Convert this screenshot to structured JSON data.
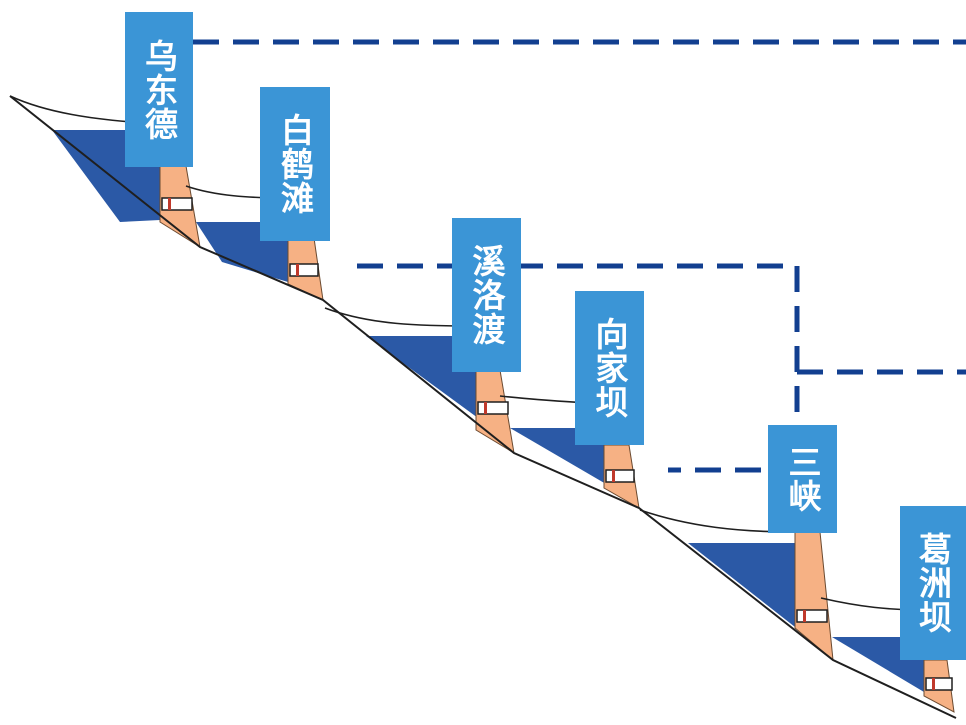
{
  "colors": {
    "reservoir": "#2b59a6",
    "dam": "#f6b184",
    "label_bg": "#3b95d6",
    "label_text": "#ffffff",
    "dashed_line": "#123f90",
    "ground_line": "#1f1f1f",
    "gate_accent": "#c0392b"
  },
  "dams": [
    {
      "name": "乌东德"
    },
    {
      "name": "白鹤滩"
    },
    {
      "name": "溪洛渡"
    },
    {
      "name": "向家坝"
    },
    {
      "name": "三峡"
    },
    {
      "name": "葛洲坝"
    }
  ]
}
